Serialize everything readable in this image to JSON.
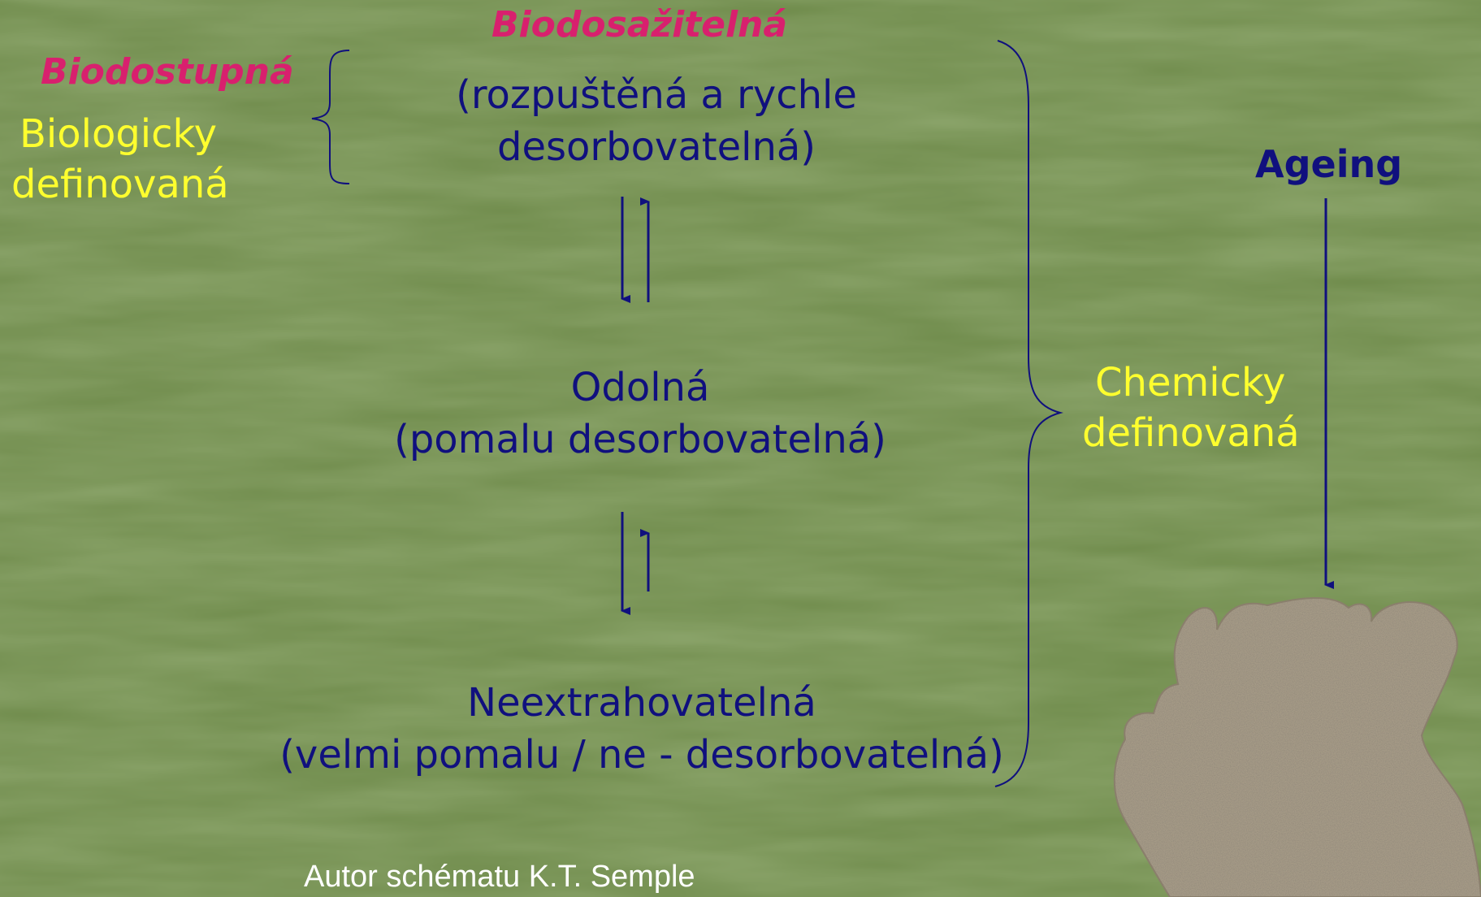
{
  "labels": {
    "biodosazitelna": "Biodosažitelná",
    "biodostupna": "Biodostupná",
    "biologicky_line1": "Biologicky",
    "biologicky_line2": "definovaná",
    "ageing": "Ageing",
    "chemicky_line1": "Chemicky",
    "chemicky_line2": "definovaná"
  },
  "fractions": [
    {
      "line1": "(rozpuštěná a rychle",
      "line2": "desorbovatelná)"
    },
    {
      "line1": "Odolná",
      "line2": "(pomalu desorbovatelná)"
    },
    {
      "line1": "Neextrahovatelná",
      "line2": "(velmi pomalu / ne - desorbovatelná)"
    }
  ],
  "credit": "Autor schématu K.T. Semple",
  "colors": {
    "background": "#6e8a4a",
    "pink_label": "#d8206e",
    "yellow_label": "#ffff2e",
    "blue_text": "#10107e",
    "particle": "#a59a86"
  }
}
